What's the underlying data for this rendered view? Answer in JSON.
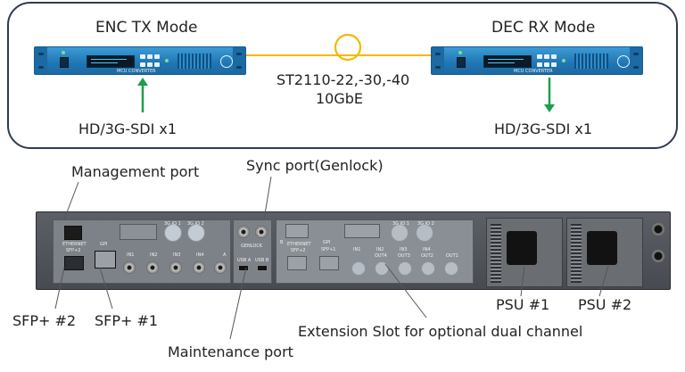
{
  "top_section": {
    "enc_title": "ENC TX Mode",
    "dec_title": "DEC RX Mode",
    "link_protocol": "ST2110-22,-30,-40",
    "link_speed": "10GbE",
    "enc_input": "HD/3G-SDI x1",
    "dec_output": "HD/3G-SDI x1",
    "device_front_text": "MCU CONVERTER",
    "colors": {
      "frame": "#2e3a55",
      "fiber": "#f5b800",
      "arrow": "#1e9e4a",
      "device": "#1f76b4"
    }
  },
  "rear_labels": {
    "management_port": "Management port",
    "sync_port": "Sync port(Genlock)",
    "sfp2": "SFP+ #2",
    "sfp1": "SFP+ #1",
    "maintenance_port": "Maintenance port",
    "extension_slot": "Extension Slot for optional dual channel",
    "psu1": "PSU #1",
    "psu2": "PSU #2"
  },
  "rear_panel_print": {
    "ethernet": "ETHERNET",
    "sfp_label": "SFP+2",
    "sfp1_label": "SFP+1",
    "gpi": "GPI",
    "in1": "IN1",
    "in2": "IN2",
    "in3": "IN3",
    "in4": "IN4",
    "sdi_io1": "3G IO 1",
    "sdi_io2": "3G IO 2",
    "genlock": "GENLOCK",
    "usb_a": "USB A",
    "usb_b": "USB B",
    "slot_a": "A",
    "slot_b": "B",
    "out1": "OUT1",
    "out2": "OUT2",
    "out3": "OUT3",
    "out4": "OUT4"
  }
}
